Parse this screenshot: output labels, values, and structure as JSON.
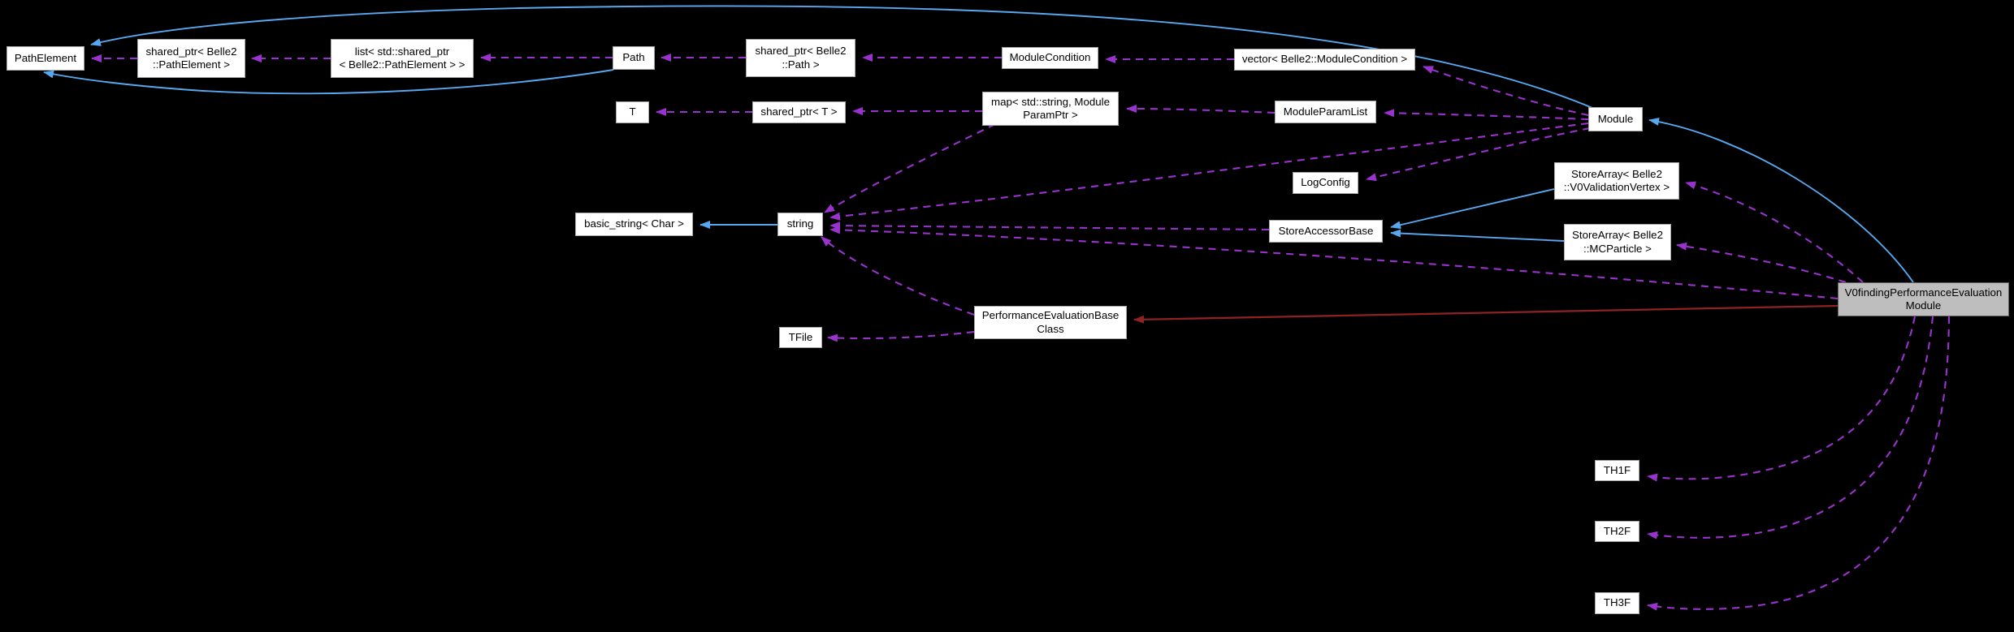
{
  "diagram": {
    "type": "doxygen-collaboration-graph",
    "background": "#000000",
    "colors": {
      "inheritance_edge": "#57a8ef",
      "usage_edge": "#9a32cd",
      "private_inheritance_edge": "#8e2323",
      "node_fill": "#ffffff",
      "node_border": "#a8a8a8",
      "highlight_node_fill": "#bebebe",
      "highlight_node_border": "#616161",
      "text": "#000000"
    },
    "nodes": {
      "pathElement": "PathElement",
      "sharedPtrPathElement": "shared_ptr< Belle2\n::PathElement >",
      "listSharedPtrPathElement": "list< std::shared_ptr\n< Belle2::PathElement > >",
      "path": "Path",
      "sharedPtrPath": "shared_ptr< Belle2\n::Path >",
      "moduleCondition": "ModuleCondition",
      "vectorModuleCondition": "vector< Belle2::ModuleCondition >",
      "t": "T",
      "sharedPtrT": "shared_ptr< T >",
      "mapModuleParamPtr": "map< std::string, Module\nParamPtr >",
      "moduleParamList": "ModuleParamList",
      "module": "Module",
      "logConfig": "LogConfig",
      "storeArrayV0ValidationVertex": "StoreArray< Belle2\n::V0ValidationVertex >",
      "storeAccessorBase": "StoreAccessorBase",
      "storeArrayMCParticle": "StoreArray< Belle2\n::MCParticle >",
      "basicString": "basic_string< Char >",
      "string": "string",
      "tfile": "TFile",
      "performanceEvaluationBaseClass": "PerformanceEvaluationBase\nClass",
      "v0findingModule": "V0findingPerformanceEvaluation\nModule",
      "th1f": "TH1F",
      "th2f": "TH2F",
      "th3f": "TH3F"
    },
    "edges": [
      {
        "from": "string",
        "to": "basicString",
        "type": "inheritance"
      },
      {
        "from": "storeArrayV0ValidationVertex",
        "to": "storeAccessorBase",
        "type": "inheritance"
      },
      {
        "from": "storeArrayMCParticle",
        "to": "storeAccessorBase",
        "type": "inheritance"
      },
      {
        "from": "module",
        "to": "pathElement",
        "type": "inheritance"
      },
      {
        "from": "path",
        "to": "pathElement",
        "type": "inheritance"
      },
      {
        "from": "v0findingModule",
        "to": "module",
        "type": "inheritance"
      },
      {
        "from": "v0findingModule",
        "to": "performanceEvaluationBaseClass",
        "type": "private-inheritance"
      },
      {
        "from": "sharedPtrPathElement",
        "to": "pathElement",
        "type": "usage"
      },
      {
        "from": "listSharedPtrPathElement",
        "to": "sharedPtrPathElement",
        "type": "usage"
      },
      {
        "from": "path",
        "to": "listSharedPtrPathElement",
        "type": "usage"
      },
      {
        "from": "sharedPtrPath",
        "to": "path",
        "type": "usage"
      },
      {
        "from": "moduleCondition",
        "to": "sharedPtrPath",
        "type": "usage"
      },
      {
        "from": "vectorModuleCondition",
        "to": "moduleCondition",
        "type": "usage"
      },
      {
        "from": "module",
        "to": "vectorModuleCondition",
        "type": "usage"
      },
      {
        "from": "sharedPtrT",
        "to": "t",
        "type": "usage"
      },
      {
        "from": "mapModuleParamPtr",
        "to": "sharedPtrT",
        "type": "usage"
      },
      {
        "from": "moduleParamList",
        "to": "mapModuleParamPtr",
        "type": "usage"
      },
      {
        "from": "module",
        "to": "moduleParamList",
        "type": "usage"
      },
      {
        "from": "module",
        "to": "logConfig",
        "type": "usage"
      },
      {
        "from": "module",
        "to": "string",
        "type": "usage"
      },
      {
        "from": "mapModuleParamPtr",
        "to": "string",
        "type": "usage"
      },
      {
        "from": "storeAccessorBase",
        "to": "string",
        "type": "usage"
      },
      {
        "from": "performanceEvaluationBaseClass",
        "to": "string",
        "type": "usage"
      },
      {
        "from": "v0findingModule",
        "to": "string",
        "type": "usage"
      },
      {
        "from": "performanceEvaluationBaseClass",
        "to": "tfile",
        "type": "usage"
      },
      {
        "from": "v0findingModule",
        "to": "storeArrayV0ValidationVertex",
        "type": "usage"
      },
      {
        "from": "v0findingModule",
        "to": "storeArrayMCParticle",
        "type": "usage"
      },
      {
        "from": "v0findingModule",
        "to": "th1f",
        "type": "usage"
      },
      {
        "from": "v0findingModule",
        "to": "th2f",
        "type": "usage"
      },
      {
        "from": "v0findingModule",
        "to": "th3f",
        "type": "usage"
      }
    ]
  }
}
